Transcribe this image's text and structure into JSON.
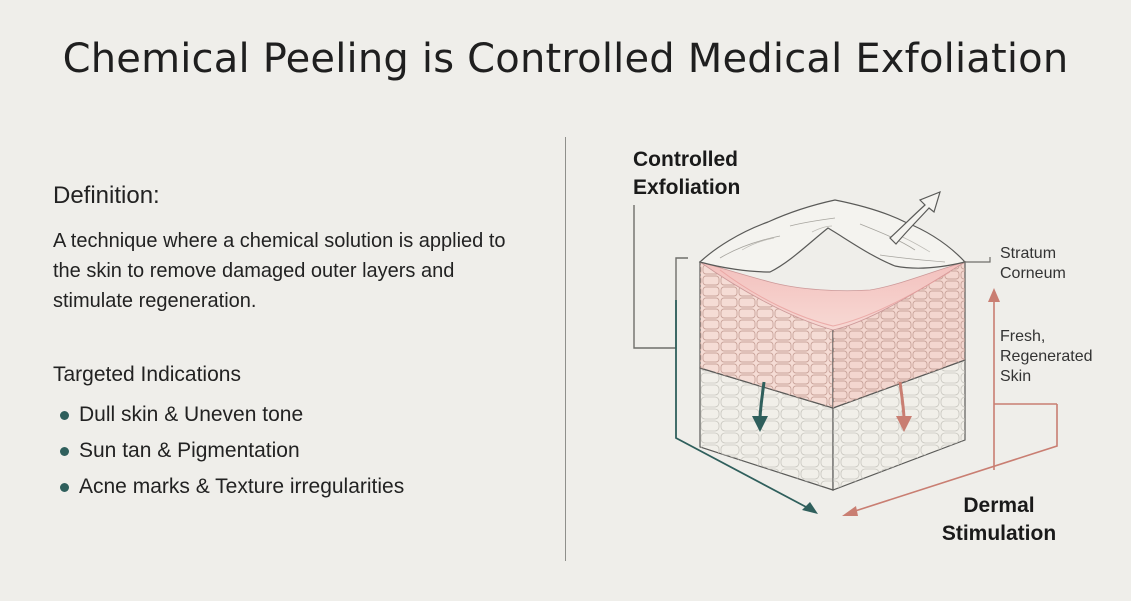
{
  "title": "Chemical Peeling is Controlled Medical Exfoliation",
  "definition": {
    "heading": "Definition:",
    "text": "A technique where a chemical solution is applied to the skin to remove damaged outer layers and stimulate regeneration."
  },
  "indications": {
    "heading": "Targeted Indications",
    "items": [
      "Dull skin & Uneven tone",
      "Sun tan & Pigmentation",
      "Acne marks & Texture irregularities"
    ]
  },
  "diagram": {
    "controlled_exfoliation": [
      "Controlled",
      "Exfoliation"
    ],
    "stratum_corneum": [
      "Stratum",
      "Corneum"
    ],
    "fresh_skin": [
      "Fresh,",
      "Regenerated",
      "Skin"
    ],
    "dermal_stimulation": [
      "Dermal",
      "Stimulation"
    ]
  },
  "colors": {
    "background": "#efeeea",
    "teal_accent": "#2f5f5c",
    "rose_accent": "#c97e72",
    "pink_layer": "#f2b7b5"
  }
}
